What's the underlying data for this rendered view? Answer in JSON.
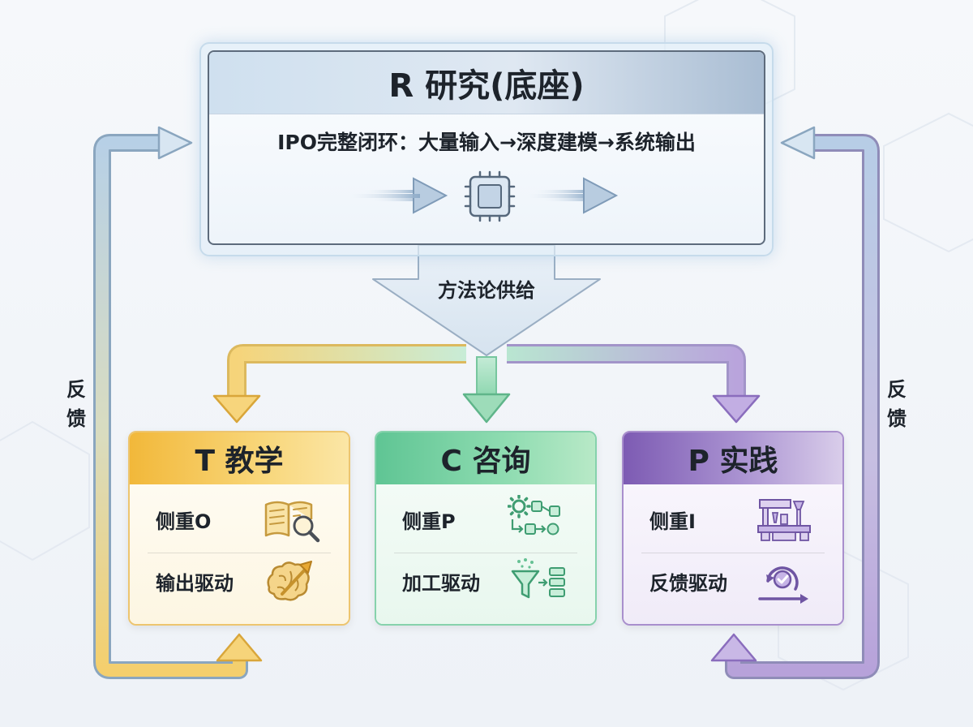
{
  "research": {
    "title": "R 研究(底座)",
    "subtitle": "IPO完整闭环：大量输入→深度建模→系统输出",
    "icon": "chip-icon"
  },
  "method_supply": "方法论供给",
  "feedback_left": "反馈",
  "feedback_right": "反馈",
  "cards": [
    {
      "title": "T 教学",
      "rows": [
        {
          "label": "侧重O",
          "icon": "book-magnifier-icon"
        },
        {
          "label": "输出驱动",
          "icon": "brain-arrow-icon"
        }
      ]
    },
    {
      "title": "C 咨询",
      "rows": [
        {
          "label": "侧重P",
          "icon": "gear-flow-icon"
        },
        {
          "label": "加工驱动",
          "icon": "funnel-list-icon"
        }
      ]
    },
    {
      "title": "P 实践",
      "rows": [
        {
          "label": "侧重I",
          "icon": "lab-bench-icon"
        },
        {
          "label": "反馈驱动",
          "icon": "cycle-check-icon"
        }
      ]
    }
  ],
  "colors": {
    "teaching": "#f2b83a",
    "consulting": "#5fc594",
    "practice": "#7d5bb3",
    "research": "#a9bdd3"
  }
}
